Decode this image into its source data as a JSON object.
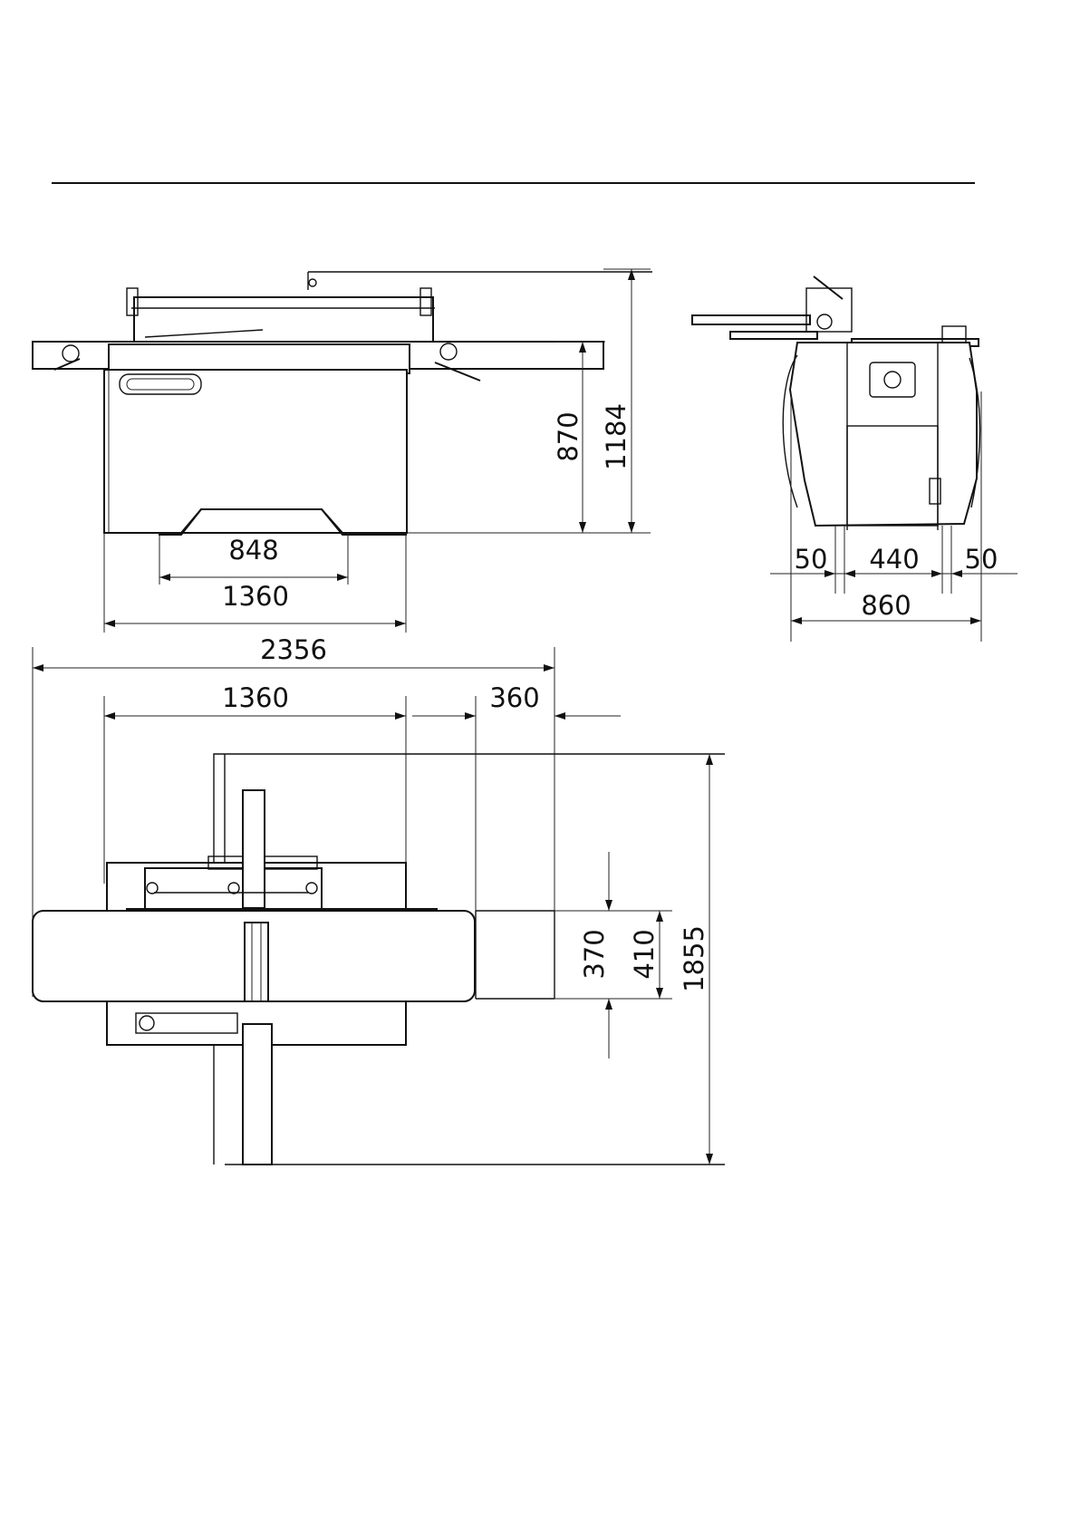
{
  "header_rule": true,
  "front_view": {
    "dimensions": {
      "height_table": "870",
      "height_total": "1184",
      "base_inner": "848",
      "base_outer": "1360"
    }
  },
  "side_view": {
    "dimensions": {
      "left_offset": "50",
      "center_span": "440",
      "right_offset": "50",
      "total_width": "860"
    }
  },
  "top_view": {
    "dimensions": {
      "total_length": "2356",
      "body_length": "1360",
      "extension": "360",
      "table_depth": "370",
      "table_depth_outer": "410",
      "total_depth": "1855"
    }
  }
}
